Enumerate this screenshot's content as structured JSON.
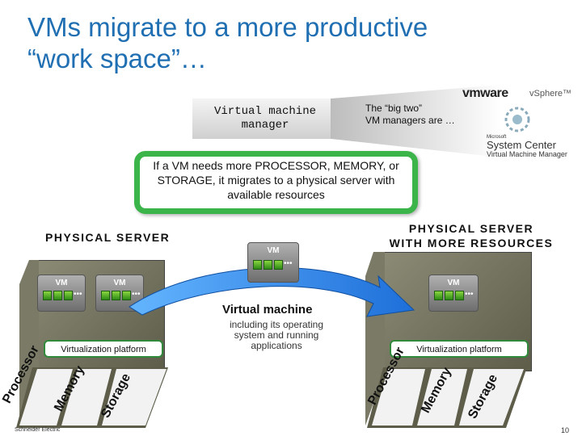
{
  "slide": {
    "title_line1": "VMs migrate to a more productive",
    "title_line2": "“work space”…",
    "vm_manager_label": "Virtual machine manager",
    "big_two_line1": "The “big two”",
    "big_two_line2": "VM managers are …",
    "logos": {
      "vmware": "vmware",
      "vsphere": "vSphere™",
      "microsoft": "Microsoft",
      "system_center": "System Center",
      "vmm": "Virtual Machine Manager"
    },
    "migrate_text": "If a VM needs more PROCESSOR, MEMORY, or STORAGE, it migrates to a physical server with available resources",
    "physical_server_label": "PHYSICAL  SERVER",
    "physical_server_more_line1": "PHYSICAL SERVER",
    "physical_server_more_line2": "WITH MORE RESOURCES",
    "vm_label": "VM",
    "virtualization_platform": "Virtualization platform",
    "moving_vm_title": "Virtual machine",
    "moving_vm_desc": "including its operating system and running applications",
    "resources": [
      "Processor",
      "Memory",
      "Storage"
    ],
    "footer": "Schneider Electric",
    "page_number": "10",
    "colors": {
      "title": "#1f6fb2",
      "migrate_border": "#3bb54a",
      "arrow": "#1e90ff",
      "server": "#6f6f5c"
    }
  }
}
